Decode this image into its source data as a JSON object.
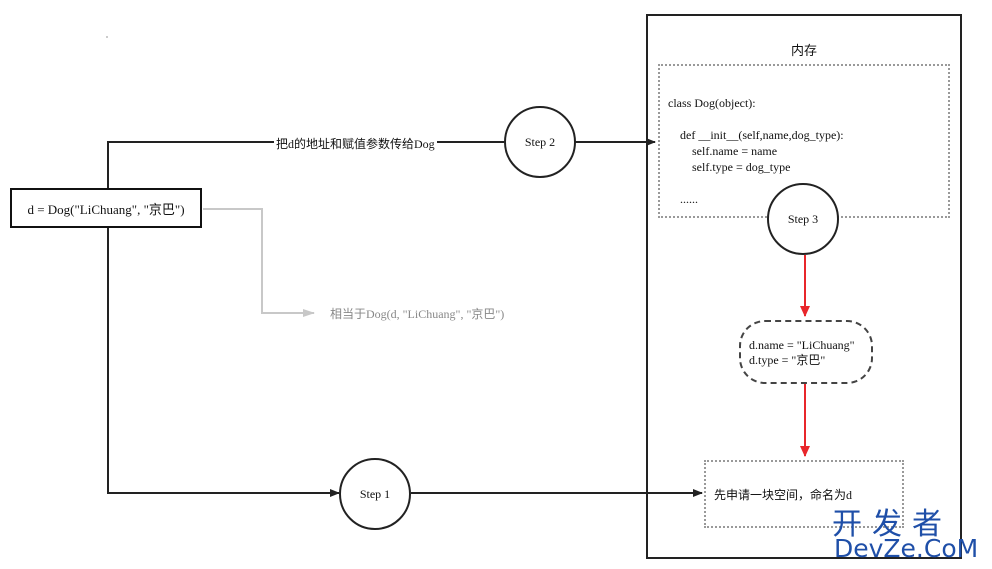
{
  "call_expression": "d = Dog(\"LiChuang\", \"京巴\")",
  "memory": {
    "title": "内存"
  },
  "class_code": [
    "class Dog(object):",
    "",
    "    def __init__(self,name,dog_type):",
    "        self.name = name",
    "        self.type = dog_type",
    "",
    "    ......"
  ],
  "steps": {
    "step1": "Step 1",
    "step2": "Step 2",
    "step3": "Step 3"
  },
  "edge_labels": {
    "pass_address": "把d的地址和赋值参数传给Dog",
    "equivalent": "相当于Dog(d, \"LiChuang\", \"京巴\")"
  },
  "attribute_box": {
    "line1": "d.name = \"LiChuang\"",
    "line2": "d.type = \"京巴\""
  },
  "allocation_box": {
    "text": "先申请一块空间，命名为d"
  },
  "watermark": {
    "cn": "开发者",
    "en": "DevZe.CoM"
  },
  "colors": {
    "edge": "#222222",
    "highlight_edge": "#e8262b",
    "faded_edge": "#c8c8c8",
    "watermark": "#1f4fa8"
  }
}
